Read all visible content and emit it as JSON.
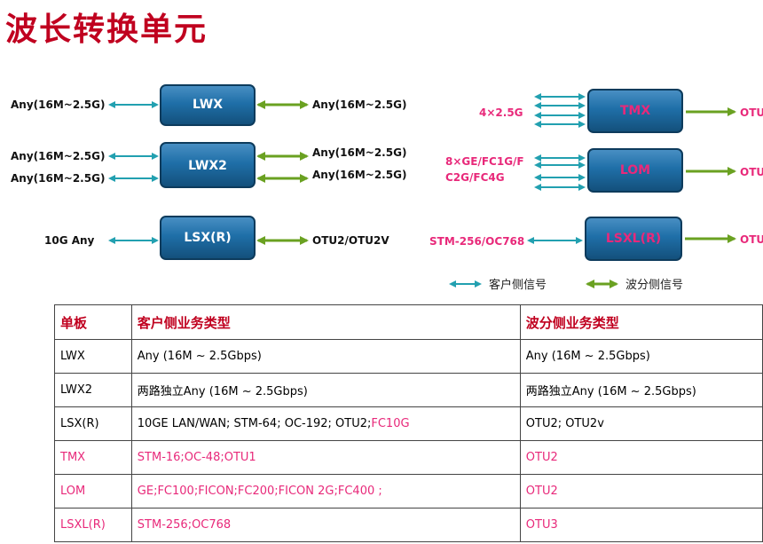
{
  "title": "波长转换单元",
  "colors": {
    "client_arrow": "#22a0b0",
    "wdm_arrow": "#6aa121",
    "board_fill": "#1f5f8b",
    "header_red": "#c0001f",
    "pink": "#e8297a"
  },
  "diagram": {
    "lwx": {
      "name": "LWX",
      "left": "Any(16M~2.5G)",
      "right": "Any(16M~2.5G)"
    },
    "lwx2": {
      "name": "LWX2",
      "left1": "Any(16M~2.5G)",
      "left2": "Any(16M~2.5G)",
      "right1": "Any(16M~2.5G)",
      "right2": "Any(16M~2.5G)"
    },
    "lsx": {
      "name": "LSX(R)",
      "left": "10G Any",
      "right": "OTU2/OTU2V"
    },
    "tmx": {
      "name": "TMX",
      "left": "4×2.5G",
      "right": "OTU"
    },
    "lom": {
      "name": "LOM",
      "left1": "8×GE/FC1G/F",
      "left2": "C2G/FC4G",
      "right": "OTU"
    },
    "lsxl": {
      "name": "LSXL(R)",
      "left": "STM-256/OC768",
      "right": "OTU"
    },
    "legend": {
      "client": "客户侧信号",
      "wdm": "波分侧信号"
    }
  },
  "table": {
    "headers": [
      "单板",
      "客户侧业务类型",
      "波分侧业务类型"
    ],
    "rows": [
      {
        "board": "LWX",
        "client": "Any (16M ~ 2.5Gbps)",
        "client_extra": "",
        "wdm": "Any (16M ~ 2.5Gbps)",
        "pink": false
      },
      {
        "board": "LWX2",
        "client": "两路独立Any (16M ~ 2.5Gbps)",
        "client_extra": "",
        "wdm": "两路独立Any (16M ~ 2.5Gbps)",
        "pink": false
      },
      {
        "board": "LSX(R)",
        "client": "10GE LAN/WAN;  STM-64;  OC-192;  OTU2;",
        "client_extra": "FC10G",
        "wdm": "OTU2;  OTU2v",
        "pink": false
      },
      {
        "board": "TMX",
        "client": "STM-16;OC-48;OTU1",
        "client_extra": "",
        "wdm": "OTU2",
        "pink": true
      },
      {
        "board": "LOM",
        "client": "GE;FC100;FICON;FC200;FICON 2G;FC400 ;",
        "client_extra": "",
        "wdm": "OTU2",
        "pink": true
      },
      {
        "board": "LSXL(R)",
        "client": "STM-256;OC768",
        "client_extra": "",
        "wdm": "OTU3",
        "pink": true
      }
    ]
  }
}
